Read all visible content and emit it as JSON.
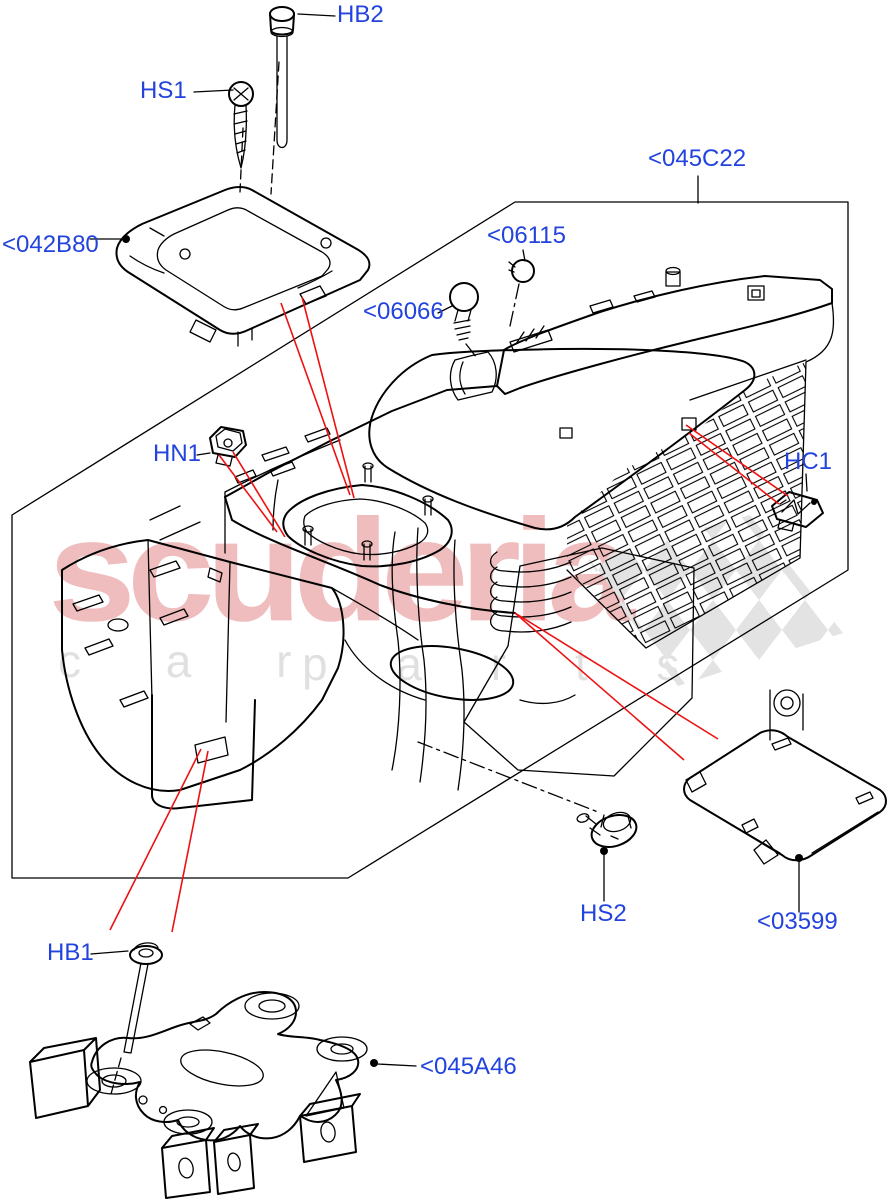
{
  "diagram": {
    "title_note": "exploded parts diagram",
    "callouts": {
      "hb2": "HB2",
      "hs1": "HS1",
      "p042b80": "<042B80",
      "p045c22": "<045C22",
      "p06115": "<06115",
      "p06066": "<06066",
      "hn1": "HN1",
      "hc1": "HC1",
      "hs2": "HS2",
      "p03599": "<03599",
      "hb1": "HB1",
      "p045a46": "<045A46"
    },
    "watermark": {
      "brand": "scuderia",
      "word_left": "c a r",
      "word_right": "p a r t s"
    },
    "colors": {
      "label-blue": "#2243dd",
      "leader-red": "#ee1111",
      "ink": "#000000",
      "checker": "#e3e3e3"
    }
  }
}
